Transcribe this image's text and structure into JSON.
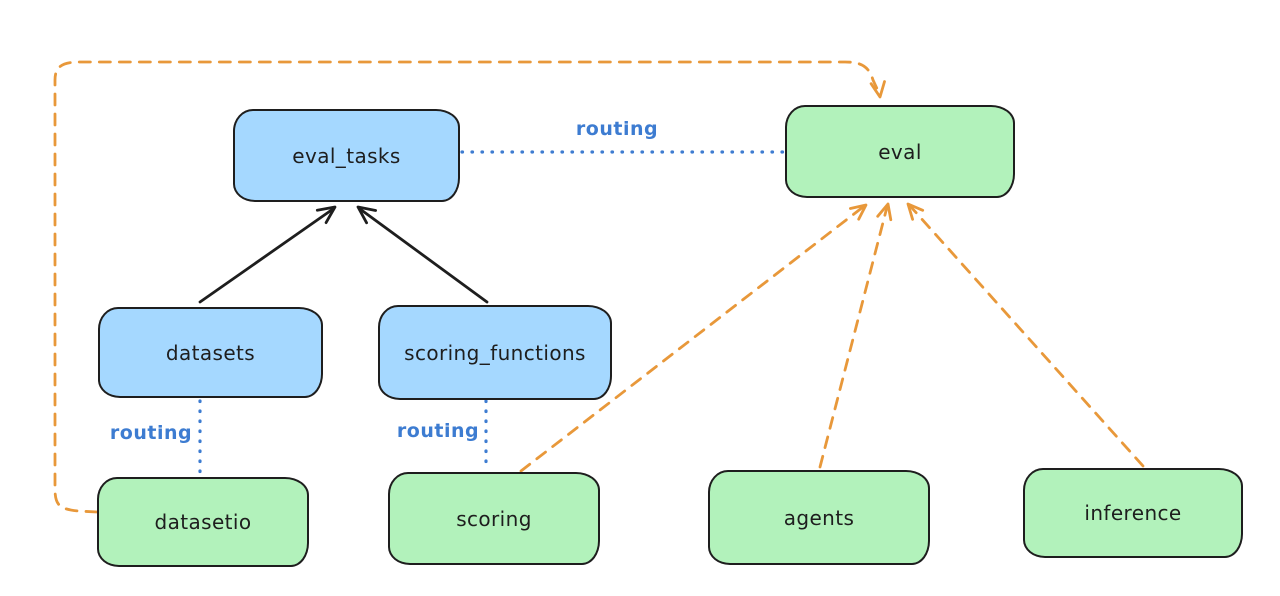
{
  "diagram": {
    "background": "#ffffff",
    "colors": {
      "blue_node_fill": "#a5d8ff",
      "green_node_fill": "#b2f2bb",
      "node_stroke": "#1e1e1e",
      "routing_blue": "#3d7cd1",
      "provider_orange": "#e8983a"
    },
    "nodes": [
      {
        "id": "eval_tasks",
        "label": "eval_tasks",
        "fill": "blue"
      },
      {
        "id": "eval",
        "label": "eval",
        "fill": "green"
      },
      {
        "id": "datasets",
        "label": "datasets",
        "fill": "blue"
      },
      {
        "id": "scoring_functions",
        "label": "scoring_functions",
        "fill": "blue"
      },
      {
        "id": "datasetio",
        "label": "datasetio",
        "fill": "green"
      },
      {
        "id": "scoring",
        "label": "scoring",
        "fill": "green"
      },
      {
        "id": "agents",
        "label": "agents",
        "fill": "green"
      },
      {
        "id": "inference",
        "label": "inference",
        "fill": "green"
      }
    ],
    "edges": [
      {
        "from": "datasets",
        "to": "eval_tasks",
        "style": "solid-black-arrow",
        "label": ""
      },
      {
        "from": "scoring_functions",
        "to": "eval_tasks",
        "style": "solid-black-arrow",
        "label": ""
      },
      {
        "from": "eval_tasks",
        "to": "eval",
        "style": "dotted-blue",
        "label": "routing"
      },
      {
        "from": "datasets",
        "to": "datasetio",
        "style": "dotted-blue",
        "label": "routing"
      },
      {
        "from": "scoring_functions",
        "to": "scoring",
        "style": "dotted-blue",
        "label": "routing"
      },
      {
        "from": "datasetio",
        "to": "eval",
        "style": "dashed-orange-arrow",
        "label": ""
      },
      {
        "from": "scoring",
        "to": "eval",
        "style": "dashed-orange-arrow",
        "label": ""
      },
      {
        "from": "agents",
        "to": "eval",
        "style": "dashed-orange-arrow",
        "label": ""
      },
      {
        "from": "inference",
        "to": "eval",
        "style": "dashed-orange-arrow",
        "label": ""
      }
    ]
  }
}
